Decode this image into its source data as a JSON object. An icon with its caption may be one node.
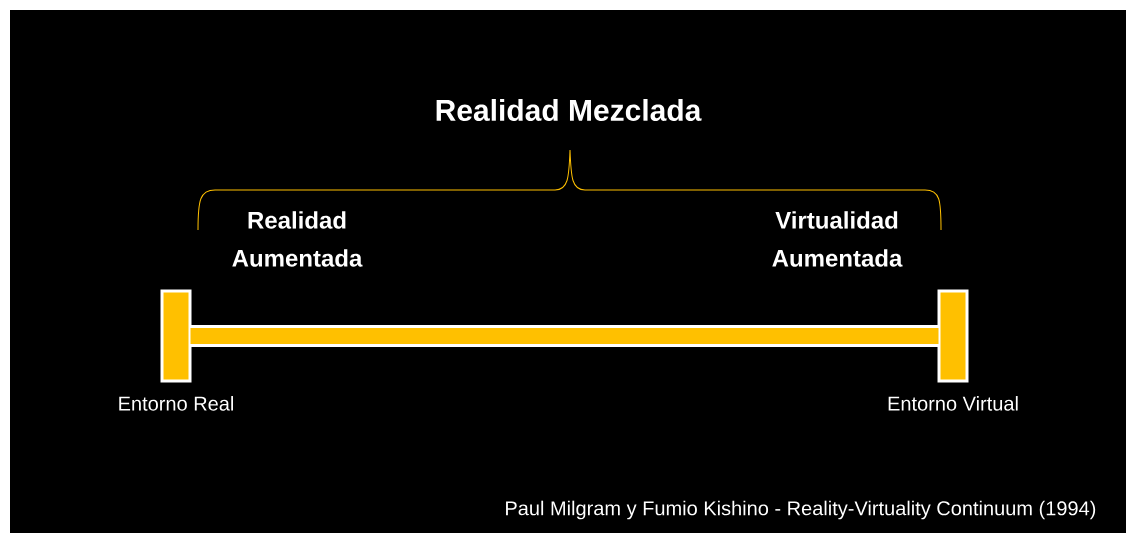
{
  "diagram": {
    "title": "Realidad Mezclada",
    "caption": "Paul  Milgram y Fumio Kishino -  Reality-Virtuality Continuum (1994)",
    "nodes": [
      {
        "text": [],
        "shape": "bar",
        "beside": [
          "Entorno Real"
        ]
      },
      {
        "text": [],
        "shape": "bar",
        "beside": [
          "Entorno Virtual"
        ]
      }
    ],
    "edges": [
      {
        "from": 0,
        "to": 1,
        "arrow": "none"
      }
    ],
    "labels": [
      "Realidad Aumentada",
      "Virtualidad Aumentada"
    ]
  }
}
